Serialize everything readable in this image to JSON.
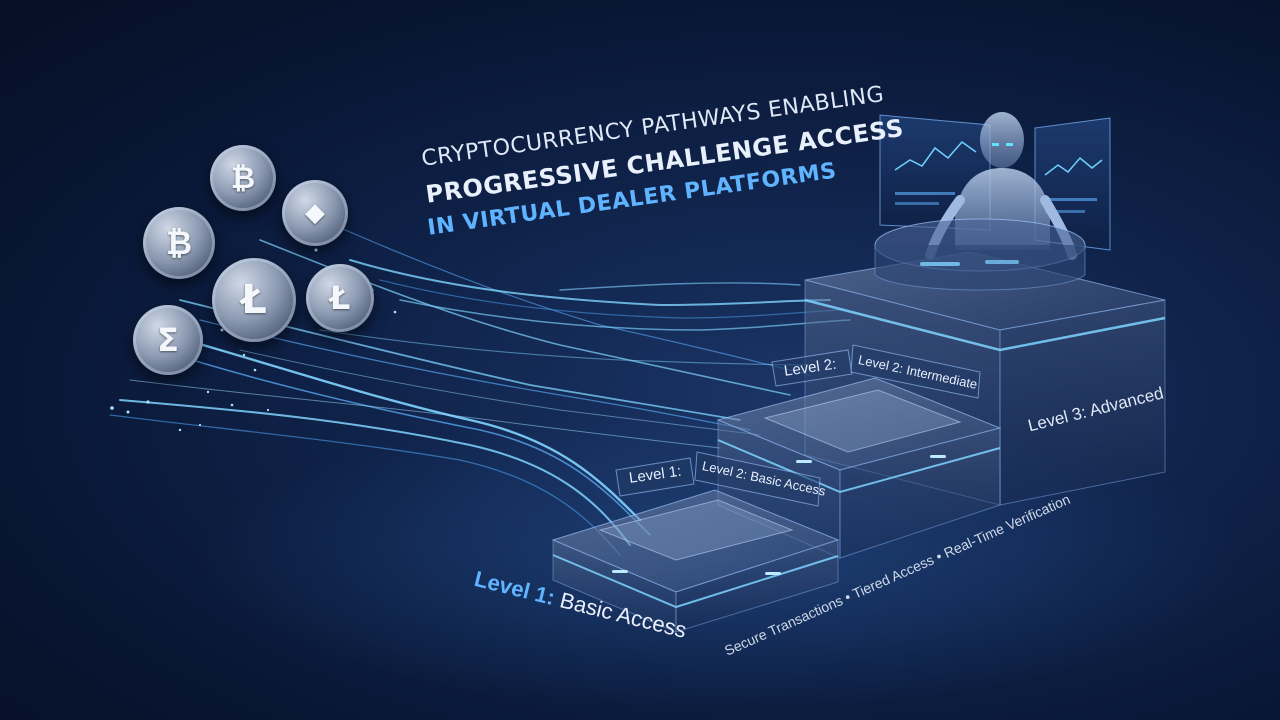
{
  "title": {
    "line1": "CRYPTOCURRENCY PATHWAYS ENABLING",
    "line2": "PROGRESSIVE CHALLENGE ACCESS",
    "line3": "IN VIRTUAL DEALER PLATFORMS"
  },
  "levels": {
    "level1_tag": "Level 1:",
    "level1_sub": "Level 2: Basic Access",
    "level2_tag": "Level 2:",
    "level2_sub": "Level 2: Intermediate",
    "level3": "Level 3: Advanced",
    "level1_main_prefix": "Level 1:",
    "level1_main_suffix": " Basic Access"
  },
  "tagline": "Secure Transactions • Tiered Access • Real-Time Verification",
  "coins": [
    {
      "name": "bitcoin-coin-top",
      "symbol": "₿"
    },
    {
      "name": "ethereum-coin",
      "symbol": "◆"
    },
    {
      "name": "bitcoin-coin-left",
      "symbol": "₿"
    },
    {
      "name": "litecoin-coin-center",
      "symbol": "Ł"
    },
    {
      "name": "litecoin-coin-right",
      "symbol": "Ł"
    },
    {
      "name": "sigma-coin",
      "symbol": "Σ"
    }
  ],
  "colors": {
    "background": "#0a1630",
    "accent": "#5fb3ff",
    "glow": "#7fd4ff"
  },
  "icons": [
    "bitcoin-icon",
    "ethereum-icon",
    "litecoin-icon",
    "sigma-icon",
    "dealer-avatar-icon",
    "monitor-chart-icon"
  ]
}
